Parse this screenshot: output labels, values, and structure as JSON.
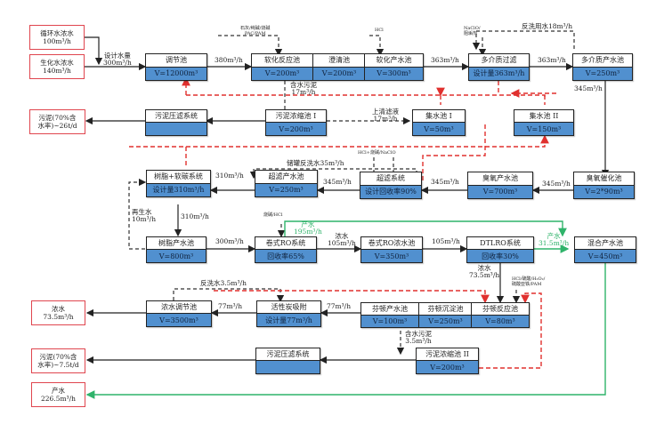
{
  "diagram": {
    "colors": {
      "flow_line": "#222222",
      "sludge_return_line": "#e0302e",
      "product_line": "#2fb36a",
      "unit_spec_fill": "#5190cf",
      "io_border": "#e0454e"
    },
    "inputs": [
      {
        "name": "循环水浓水",
        "flow": "100m³/h"
      },
      {
        "name": "生化水浓水",
        "flow": "140m³/h"
      }
    ],
    "outputs": [
      {
        "line1": "污泥(70%含",
        "line2": "水率)~26t/d"
      },
      {
        "line1": "浓水",
        "line2": "73.5m³/h"
      },
      {
        "line1": "污泥(70%含",
        "line2": "水率)~7.5t/d"
      },
      {
        "line1": "产水",
        "line2": "226.5m³/h"
      }
    ],
    "units": {
      "tiaojie": {
        "name": "调节池",
        "spec": "V=12000m³"
      },
      "ruanhua_group": [
        {
          "name": "软化反应池",
          "spec": "V=200m³"
        },
        {
          "name": "澄清池",
          "spec": "V=200m³"
        },
        {
          "name": "软化产水池",
          "spec": "V=300m³"
        }
      ],
      "duojiezhi_filter": {
        "name": "多介质过滤",
        "spec": "设计量363m³/h"
      },
      "duojiezhi_pool": {
        "name": "多介质产水池",
        "spec": "V=250m³"
      },
      "sludge_press_1": {
        "name": "污泥压滤系统",
        "spec": ""
      },
      "sludge_thick_1": {
        "name": "污泥浓缩池 I",
        "spec": "V=200m³"
      },
      "collect_1": {
        "name": "集水池 I",
        "spec": "V=50m³"
      },
      "collect_2": {
        "name": "集水池 II",
        "spec": "V=150m³"
      },
      "resin": {
        "name": "树脂+软碳系统",
        "spec": "设计量310m³/h"
      },
      "uf_pool": {
        "name": "超滤产水池",
        "spec": "V=250m³"
      },
      "uf_system": {
        "name": "超滤系统",
        "spec": "设计回收率90%"
      },
      "ozone_pool": {
        "name": "臭氧产水池",
        "spec": "V=700m³"
      },
      "ozone_oxid": {
        "name": "臭氧催化池",
        "spec": "V=2*90m³"
      },
      "resin_pool": {
        "name": "树脂产水池",
        "spec": "V=800m³"
      },
      "ro_system": {
        "name": "卷式RO系统",
        "spec": "回收率65%"
      },
      "ro_conc_pool": {
        "name": "卷式RO浓水池",
        "spec": "V=350m³"
      },
      "dtro": {
        "name": "DTLRO系统",
        "spec": "回收率30%"
      },
      "mixed_pool": {
        "name": "混合产水池",
        "spec": "V=450m³"
      },
      "conc_regulate": {
        "name": "浓水调节池",
        "spec": "V=3500m³"
      },
      "activated_carbon": {
        "name": "活性炭吸附",
        "spec": "设计量77m³/h"
      },
      "fenton_group": [
        {
          "name": "芬顿产水池",
          "spec": "V=100m³"
        },
        {
          "name": "芬顿沉淀池",
          "spec": "V=250m³"
        },
        {
          "name": "芬顿反应池",
          "spec": "V=80m³"
        }
      ],
      "sludge_press_2": {
        "name": "污泥压滤系统",
        "spec": ""
      },
      "sludge_thick_2": {
        "name": "污泥浓缩池 II",
        "spec": "V=200m³"
      }
    },
    "flow_labels": {
      "design_flow": "设计水量",
      "design_flow_value": "300m³/h",
      "f380": "380m³/h",
      "f363a": "363m³/h",
      "f363b": "363m³/h",
      "f345a": "345m³/h",
      "f345b": "345m³/h",
      "f345c": "345m³/h",
      "f345d": "345m³/h",
      "f310a": "310m³/h",
      "f310b": "310m³/h",
      "f300": "300m³/h",
      "ro_conc_label": "浓水",
      "ro_conc_value": "105m³/h",
      "f105": "105m³/h",
      "ro_product_label": "产水",
      "ro_product_value": "195m³/h",
      "dtro_product_label": "产水",
      "dtro_product_value": "31.5m³/h",
      "dtro_conc_label": "浓水",
      "dtro_conc_value": "73.5m³/h",
      "f77a": "77m³/h",
      "f77b": "77m³/h",
      "sludge_water_1_label": "含水污泥",
      "sludge_water_1_value": "17m³/h",
      "supernatant_label": "上清滤液",
      "supernatant_value": "17m³/h",
      "backwash_top": "反洗用水18m³/h",
      "backwash_uf": "储罐反洗水35m³/h",
      "regen_label": "再生水",
      "regen_value": "10m³/h",
      "backwash_carbon": "反洗水3.5m³/h",
      "sludge_water_2_label": "含水污泥",
      "sludge_water_2_value": "3.5m³/h"
    },
    "chemicals": {
      "softening": "石灰/纯碱/烧碱",
      "softening_2": "PAC/PAM",
      "hcl_top": "HCl",
      "filter_dose": "NaClO/",
      "filter_dose_2": "阻垢剂",
      "uf_dose": "HCl+烧碱/NaClO",
      "ro_dose": "烧碱/HCl",
      "fenton_dose": "HCl/硫酸/H₂O₂/",
      "fenton_dose_2": "硫酸亚铁/PAM"
    }
  }
}
